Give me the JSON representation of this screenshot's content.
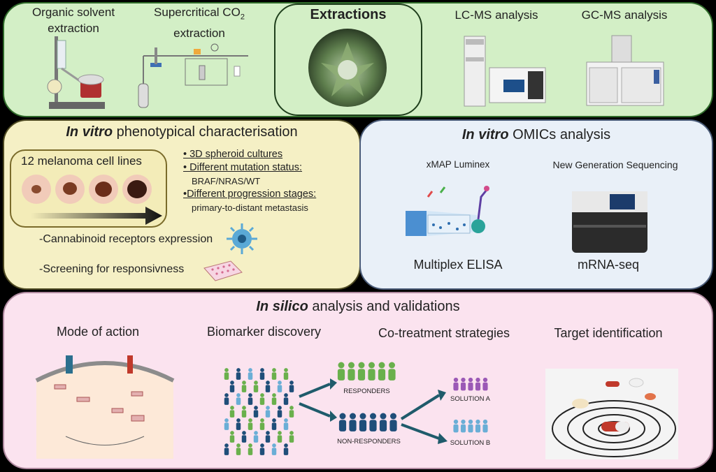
{
  "top": {
    "organic_line1": "Organic solvent",
    "organic_line2": "extraction",
    "supercritical_line1": "Supercritical CO",
    "supercritical_sub": "2",
    "supercritical_line2": "extraction",
    "extractions": "Extractions",
    "lcms": "LC-MS analysis",
    "gcms": "GC-MS analysis"
  },
  "vitro": {
    "title_italic": "In vitro",
    "title_rest": " phenotypical characterisation",
    "cell_lines": "12 melanoma cell lines",
    "bullet1": "• 3D spheroid cultures",
    "bullet2": "• Different mutation status:",
    "bullet2_sub": "BRAF/NRAS/WT",
    "bullet3": "•Different progression stages:",
    "bullet3_sub": "primary-to-distant metastasis",
    "receptors": "-Cannabinoid receptors expression",
    "screening": "-Screening for responsivness"
  },
  "omics": {
    "title_italic": "In vitro",
    "title_rest": " OMICs analysis",
    "xmap": "xMAP Luminex",
    "ngs": "New Generation Sequencing",
    "elisa": "Multiplex ELISA",
    "mrna": "mRNA-seq"
  },
  "silico": {
    "title_italic": "In silico",
    "title_rest": " analysis and validations",
    "mode": "Mode of action",
    "biomarker": "Biomarker discovery",
    "cotreat": "Co-treatment strategies",
    "target": "Target identification",
    "responders": "RESPONDERS",
    "nonresponders": "NON-RESPONDERS",
    "solution_a": "SOLUTION A",
    "solution_b": "SOLUTION B"
  },
  "colors": {
    "green_panel": "#d3efc6",
    "yellow_panel": "#f5f0c5",
    "blue_panel": "#e9f0f8",
    "pink_panel": "#fbe3ef",
    "responder_green": "#6ab04c",
    "nonresponder_blue": "#1f4e79",
    "solution_a_purple": "#9b59b6",
    "solution_b_blue": "#6aaed6"
  }
}
